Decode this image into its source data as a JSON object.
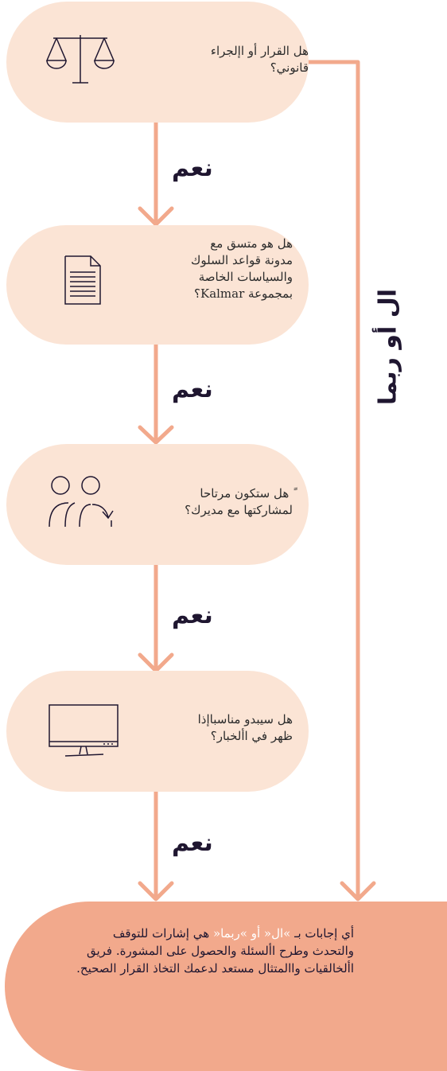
{
  "questions": [
    {
      "text": "هل القرار أو اإلجراء\nقانوني؟",
      "icon": "scales-icon"
    },
    {
      "text": "هل هو متسق مع\nمدونة قواعد السلوك\nوالسياسات الخاصة\nبمجموعة Kalmar؟",
      "icon": "document-icon"
    },
    {
      "text": "ً هل ستكون مرتاحا\nلمشاركتها مع مديرك؟",
      "icon": "people-icon"
    },
    {
      "text": "هل سيبدو مناسباإذا\nظهر في األخبار؟",
      "icon": "tv-icon"
    }
  ],
  "yes_label": "نعم",
  "side_label": "ال أو ربما",
  "final": {
    "part1": "أي إجابات بـ ",
    "highlight": "»ال« أو »ربما«",
    "part2": " هي إشارات للتوقف والتحدث وطرح األسئلة والحصول على المشورة. فريق األخالقيات واالمتثال مستعد لدعمك التخاذ القرار الصحيح."
  },
  "colors": {
    "pill": "#fbe4d5",
    "line": "#f2a98c",
    "final": "#f2a98c",
    "text": "#1f1630"
  }
}
